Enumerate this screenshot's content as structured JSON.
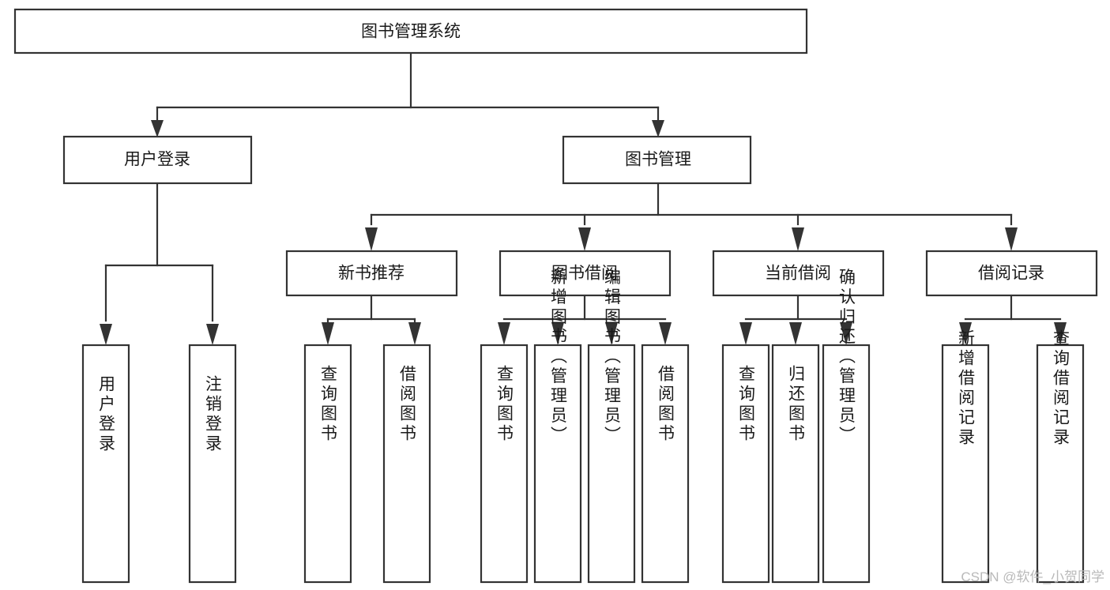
{
  "diagram": {
    "type": "tree",
    "title": "图书管理系统",
    "orientation": "top-down",
    "root": {
      "id": "root",
      "label": "图书管理系统"
    },
    "level1": [
      {
        "id": "user-login",
        "label": "用户登录"
      },
      {
        "id": "book-manage",
        "label": "图书管理"
      }
    ],
    "level2": [
      {
        "id": "new-book-rec",
        "label": "新书推荐",
        "parent": "book-manage"
      },
      {
        "id": "book-borrow",
        "label": "图书借阅",
        "parent": "book-manage"
      },
      {
        "id": "current-borrow",
        "label": "当前借阅",
        "parent": "book-manage"
      },
      {
        "id": "borrow-record",
        "label": "借阅记录",
        "parent": "book-manage"
      }
    ],
    "leaves": {
      "user_login": [
        {
          "id": "leaf-user-login",
          "label": "用户登录"
        },
        {
          "id": "leaf-logout-login",
          "label": "注销登录"
        }
      ],
      "new_book_rec": [
        {
          "id": "leaf-query-book-1",
          "label": "查询图书"
        },
        {
          "id": "leaf-borrow-book-1",
          "label": "借阅图书"
        }
      ],
      "book_borrow": [
        {
          "id": "leaf-query-book-2",
          "label": "查询图书"
        },
        {
          "id": "leaf-add-book",
          "label": "新增图书（管理员）"
        },
        {
          "id": "leaf-edit-book",
          "label": "编辑图书（管理员）"
        },
        {
          "id": "leaf-borrow-book-2",
          "label": "借阅图书"
        }
      ],
      "current_borrow": [
        {
          "id": "leaf-query-book-3",
          "label": "查询图书"
        },
        {
          "id": "leaf-return-book",
          "label": "归还图书"
        },
        {
          "id": "leaf-confirm-return",
          "label": "确认归还（管理员）"
        }
      ],
      "borrow_record": [
        {
          "id": "leaf-add-record",
          "label": "新增借阅记录"
        },
        {
          "id": "leaf-query-record",
          "label": "查询借阅记录"
        }
      ]
    }
  },
  "watermark": {
    "text": "CSDN @软件_小贺同学"
  },
  "colors": {
    "box_stroke": "#333333",
    "box_fill": "#ffffff",
    "text": "#1a1a1a",
    "watermark": "#b9b9b9",
    "background": "#ffffff"
  }
}
